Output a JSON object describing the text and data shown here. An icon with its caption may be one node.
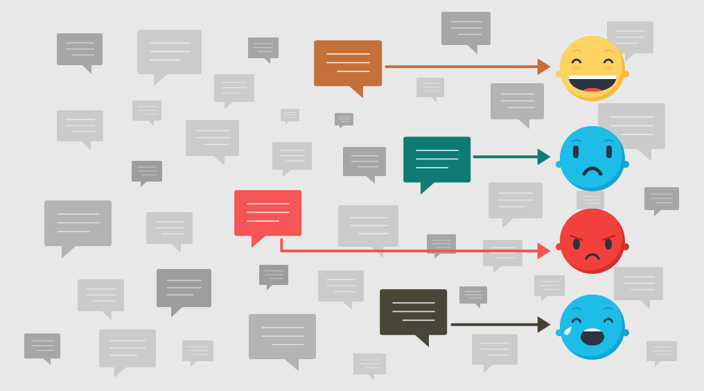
{
  "diagram": {
    "nodes": [
      {
        "text": [],
        "shape": "bubble"
      },
      {
        "text": [],
        "shape": "picture"
      },
      {
        "text": [],
        "shape": "bubble"
      },
      {
        "text": [],
        "shape": "picture"
      },
      {
        "text": [],
        "shape": "bubble"
      },
      {
        "text": [],
        "shape": "picture"
      },
      {
        "text": [],
        "shape": "bubble"
      },
      {
        "text": [],
        "shape": "picture"
      }
    ],
    "edges": [
      {
        "from": 0,
        "to": 1,
        "arrow": "to",
        "color": "#c56f35"
      },
      {
        "from": 2,
        "to": 3,
        "arrow": "to",
        "color": "#0e7c74"
      },
      {
        "from": 4,
        "to": 5,
        "arrow": "to",
        "color": "#f45555"
      },
      {
        "from": 6,
        "to": 7,
        "arrow": "to",
        "color": "#444134"
      }
    ]
  }
}
